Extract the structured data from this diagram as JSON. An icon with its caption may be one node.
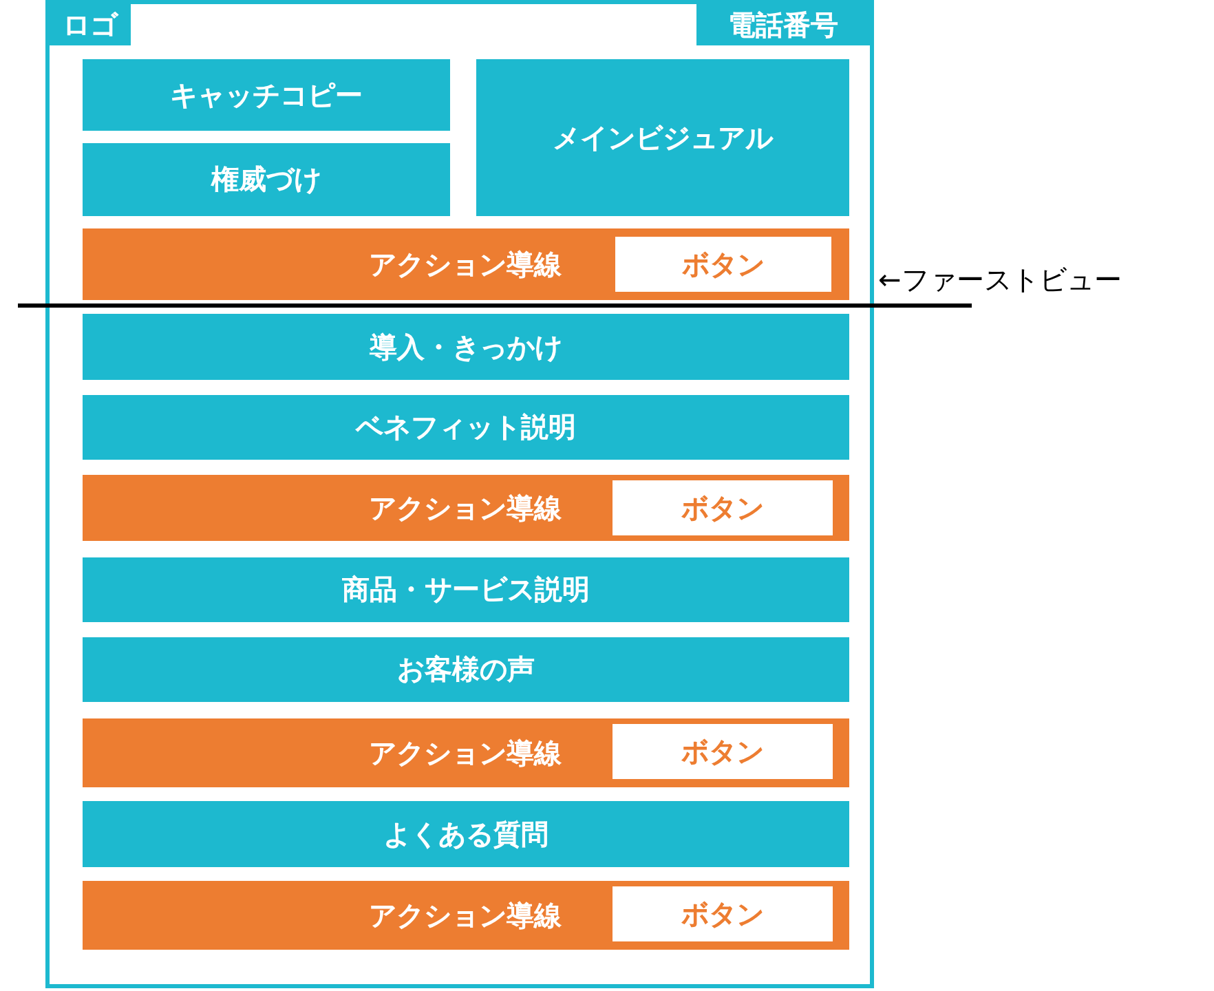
{
  "diagram": {
    "nodes": [
      {
        "text": [],
        "shape": "box"
      },
      {
        "text": [
          "ロゴ"
        ],
        "in": 0
      },
      {
        "text": [
          "電話番号"
        ],
        "in": 0
      },
      {
        "text": [
          "キャッチコピー"
        ],
        "in": 0
      },
      {
        "text": [
          "メインビジュアル"
        ],
        "in": 0
      },
      {
        "text": [
          "権威づけ"
        ],
        "in": 0
      },
      {
        "text": [
          "アクション導線"
        ],
        "in": 0
      },
      {
        "text": [
          "ボタン"
        ],
        "in": 6
      },
      {
        "text": [
          "導入・きっかけ"
        ],
        "in": 0
      },
      {
        "text": [
          "ベネフィット説明"
        ],
        "in": 0
      },
      {
        "text": [
          "アクション導線"
        ],
        "in": 0
      },
      {
        "text": [
          "ボタン"
        ],
        "in": 10
      },
      {
        "text": [
          "商品・サービス説明"
        ],
        "in": 0
      },
      {
        "text": [
          "お客様の声"
        ],
        "in": 0
      },
      {
        "text": [
          "アクション導線"
        ],
        "in": 0
      },
      {
        "text": [
          "ボタン"
        ],
        "in": 14
      },
      {
        "text": [
          "よくある質問"
        ],
        "in": 0
      },
      {
        "text": [
          "アクション導線"
        ],
        "in": 0
      },
      {
        "text": [
          "ボタン"
        ],
        "in": 17
      }
    ],
    "edges": [],
    "labels": [
      "←ファーストビュー"
    ]
  }
}
